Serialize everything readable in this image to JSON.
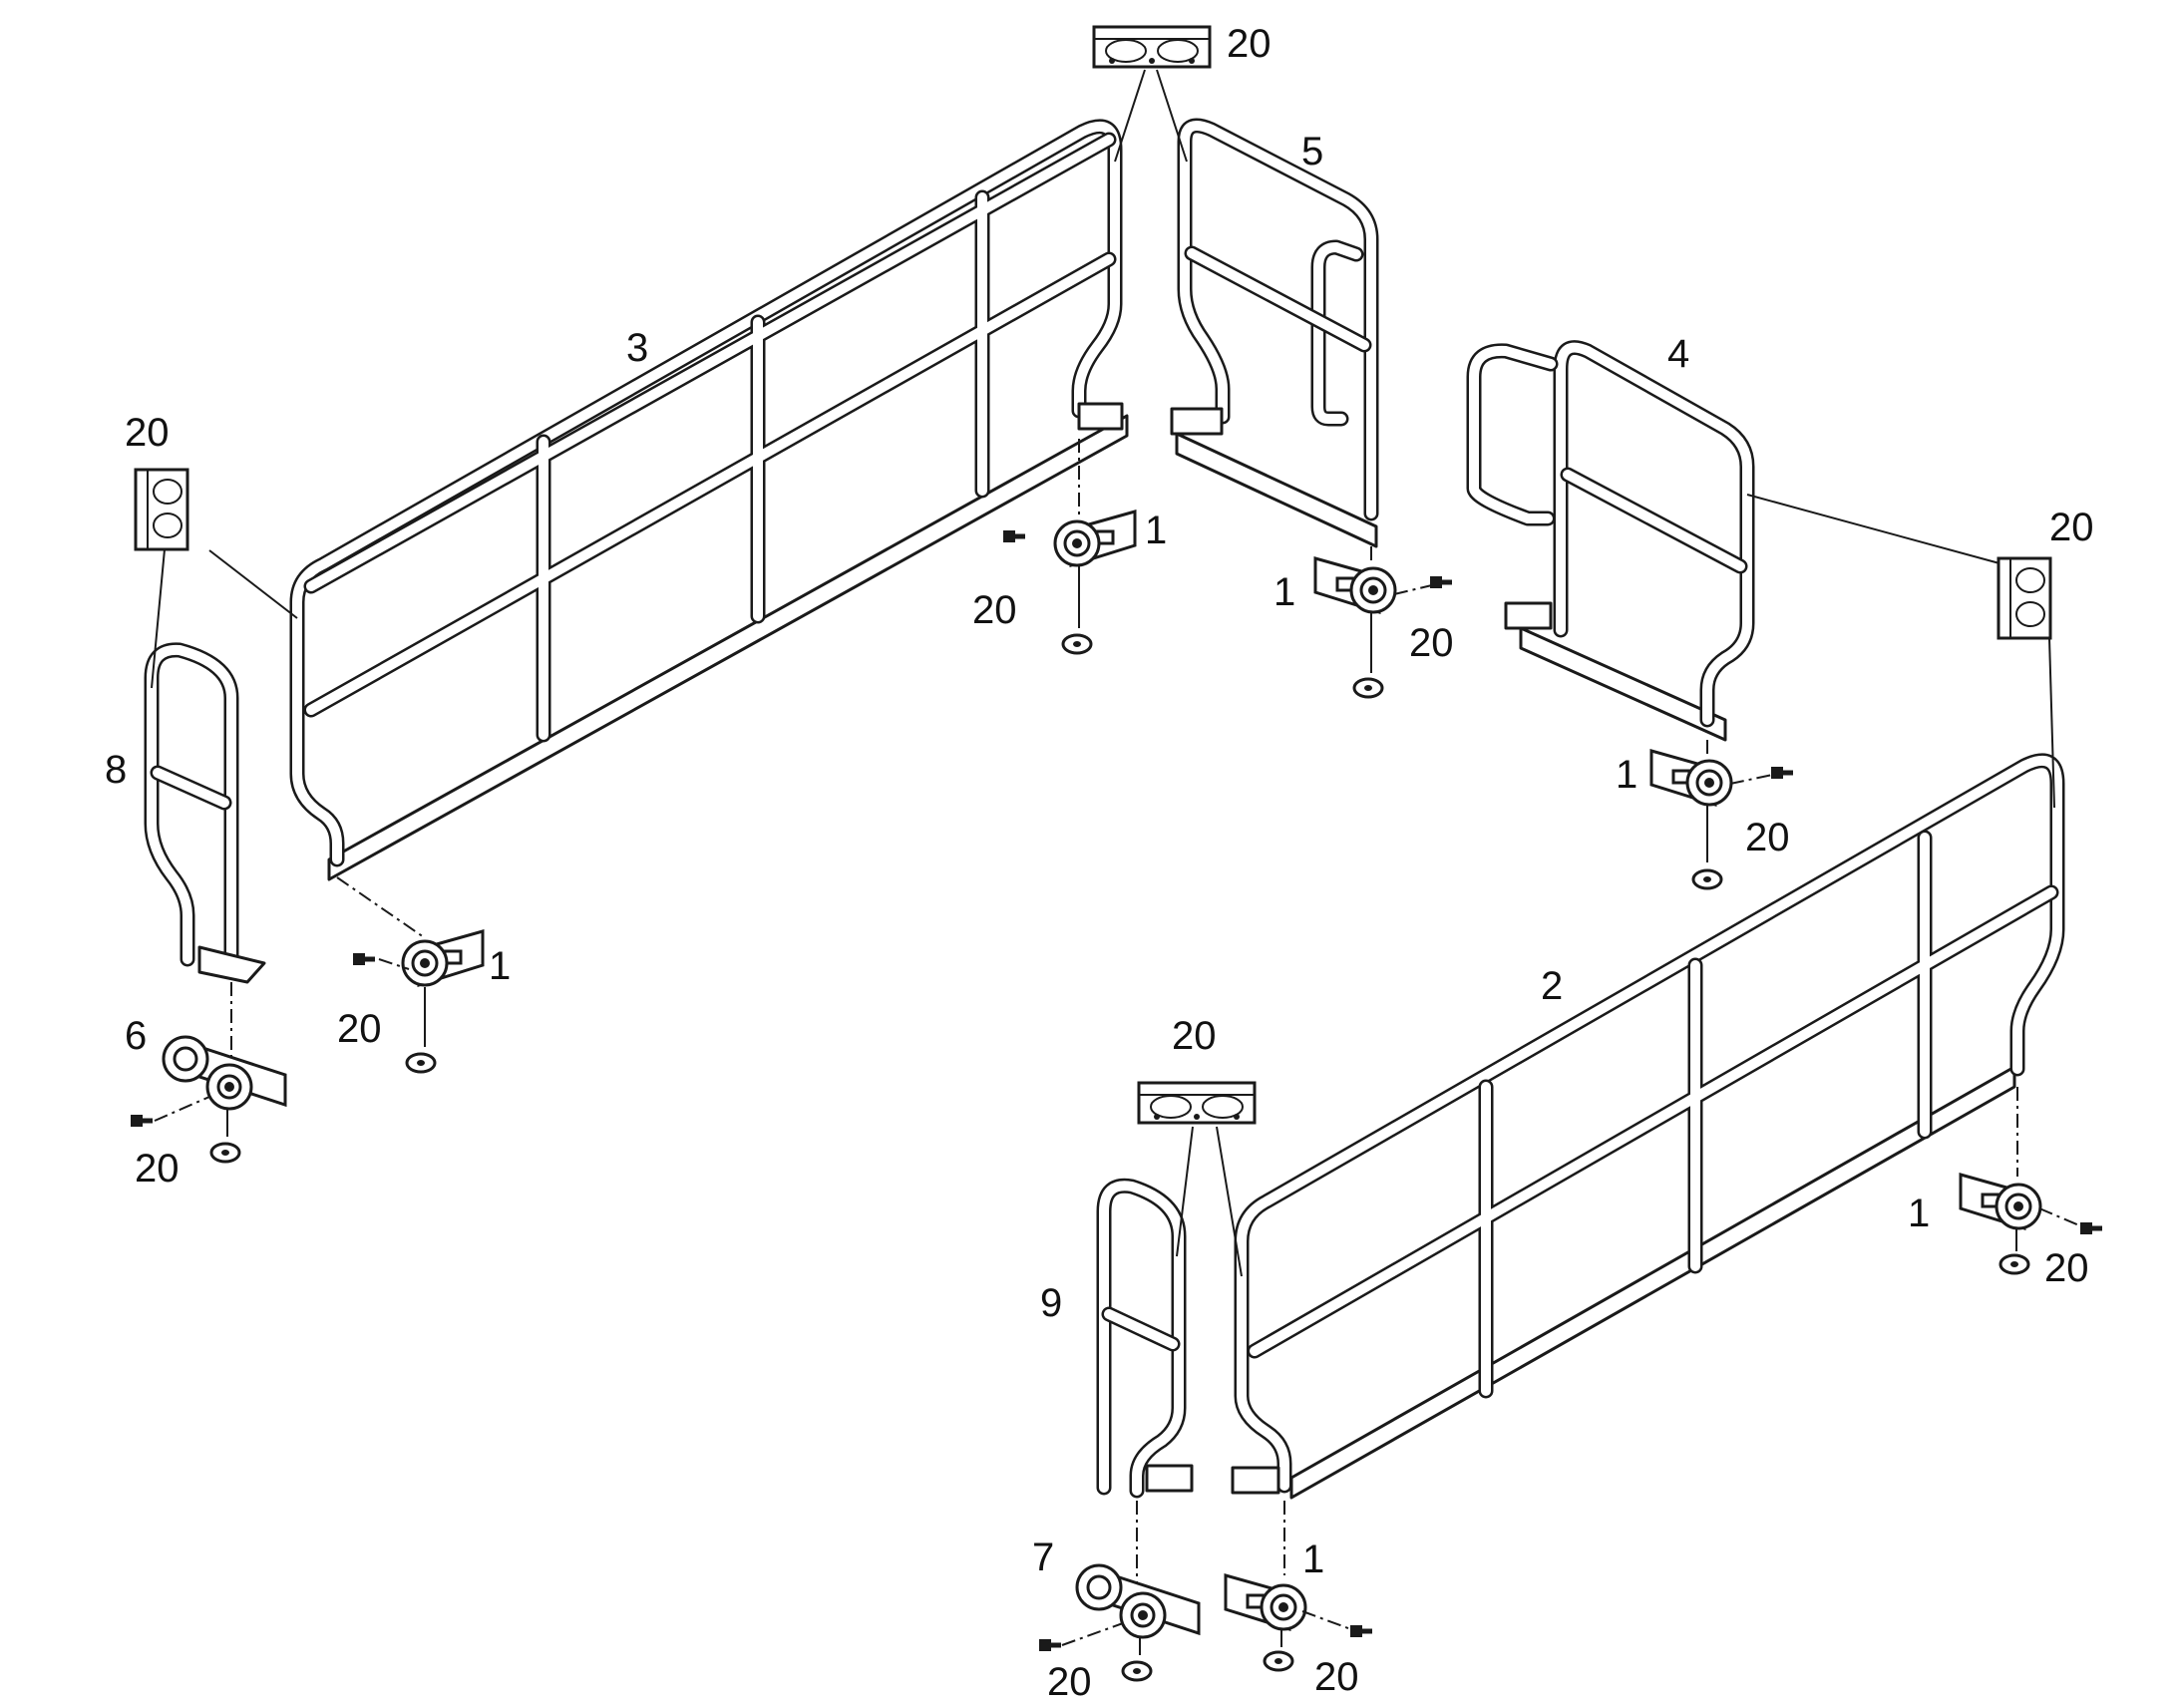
{
  "callouts": {
    "c_3": "3",
    "c_5": "5",
    "c_4": "4",
    "c_2": "2",
    "c_8": "8",
    "c_9": "9",
    "c_6": "6",
    "c_7": "7",
    "c_20_top": "20",
    "c_20_left": "20",
    "c_20_right": "20",
    "c_20_mid": "20",
    "c_1_p3": "1",
    "c_20_p3": "20",
    "c_1_p3b": "1",
    "c_20_p3b": "20",
    "c_1_p5": "1",
    "c_20_p5": "20",
    "c_1_p4": "1",
    "c_20_p4": "20",
    "c_1_p2": "1",
    "c_20_p2": "20",
    "c_20_p6": "20",
    "c_20_p7": "20",
    "c_1_p9": "1",
    "c_20_p9": "20"
  }
}
